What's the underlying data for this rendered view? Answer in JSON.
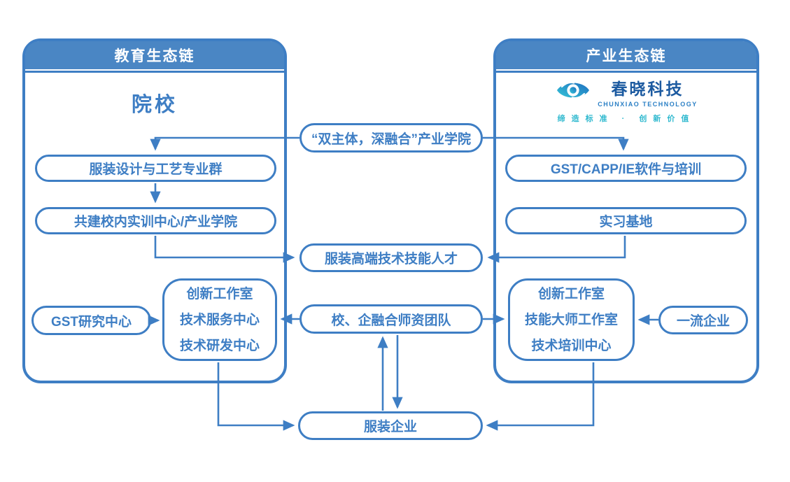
{
  "colors": {
    "primary": "#3e7ec4",
    "header_fill": "#4a86c4",
    "logo_dark": "#1c5aa0",
    "logo_teal": "#2fb9cf"
  },
  "left_panel": {
    "title": "教育生态链",
    "heading": "院校",
    "nodes": {
      "majors": "服装设计与工艺专业群",
      "training_center": "共建校内实训中心/产业学院",
      "gst_center": "GST研究中心",
      "studio_lines": [
        "创新工作室",
        "技术服务中心",
        "技术研发中心"
      ]
    }
  },
  "right_panel": {
    "title": "产业生态链",
    "logo": {
      "name": "春晓科技",
      "latin": "CHUNXIAO TECHNOLOGY",
      "tagline": "缔造标准 · 创新价值"
    },
    "nodes": {
      "software": "GST/CAPP/IE软件与培训",
      "internship": "实习基地",
      "studio_lines": [
        "创新工作室",
        "技能大师工作室",
        "技术培训中心"
      ],
      "enterprise": "一流企业"
    }
  },
  "middle": {
    "industry_college": "“双主体，深融合”产业学院",
    "talents": "服装高端技术技能人才",
    "faculty": "校、企融合师资团队",
    "garment_enterprise": "服装企业"
  }
}
